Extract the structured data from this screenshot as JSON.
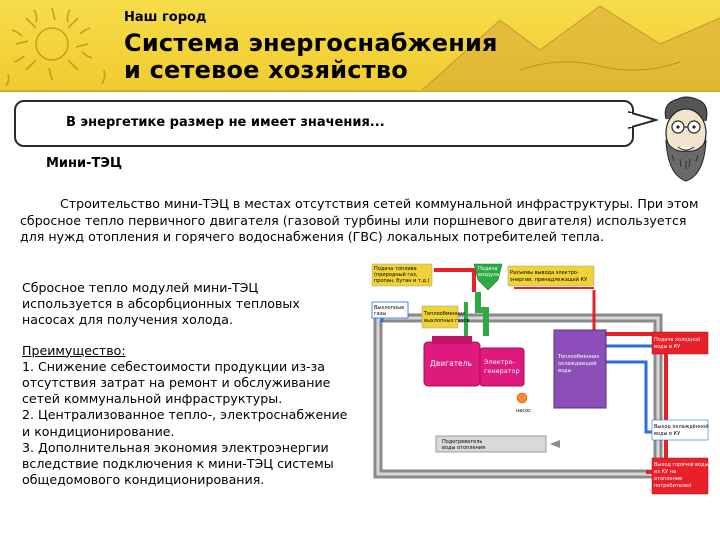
{
  "header": {
    "small_title": "Наш город",
    "main_title_line1": "Система энергоснабжения",
    "main_title_line2": "и сетевое хозяйство"
  },
  "bubble": {
    "text": "В энергетике размер не имеет значения..."
  },
  "subheading": "Мини-ТЭЦ",
  "paragraph": "Строительство мини-ТЭЦ в местах отсутствия сетей коммунальной инфраструктуры. При этом сбросное тепло первичного двигателя (газовой турбины или поршневого двигателя) используется для нужд отопления и горячего водоснабжения (ГВС) локальных потребителей тепла.",
  "left_column": {
    "absorption": "Сбросное тепло модулей мини-ТЭЦ используется в абсорбционных тепловых насосах для получения холода.",
    "advantage_title": "Преимущество:",
    "advantages": [
      "1. Снижение себестоимости продукции из-за отсутствия затрат на ремонт и обслуживание сетей коммунальной инфраструктуры.",
      "2. Централизованное тепло-, электроснабжение и кондиционирование.",
      "3. Дополнительная экономия электроэнергии вследствие подключения к мини-ТЭЦ системы общедомового кондиционирования."
    ]
  },
  "diagram": {
    "fuel_supply": [
      "Подача топлива",
      "(природный газ,",
      "пропан, бутан и т.д.)"
    ],
    "air_supply": [
      "Подача",
      "воздуха"
    ],
    "power_out": [
      "Разъемы вывода электро-",
      "энергии, принадлежащей КУ"
    ],
    "exhaust": [
      "Выхлопные",
      "газы"
    ],
    "heat_exchanger_exhaust": [
      "Теплообменник",
      "выхлопных газов"
    ],
    "engine": "Двигатель",
    "generator": [
      "Электро-",
      "генератор"
    ],
    "heat_exchanger": [
      "Теплообменник",
      "охлаждающей",
      "воды"
    ],
    "cold_water": [
      "Подача холодной",
      "воды в КУ"
    ],
    "pump": "насос",
    "water_heater": [
      "Подогреватель",
      "воды отопления"
    ],
    "return_water": [
      "Выход охлаждённой",
      "воды в КУ"
    ],
    "hot_water": [
      "Выход горячей воды",
      "из КУ на",
      "отопление",
      "потребителей"
    ],
    "colors": {
      "hot": "#e8202a",
      "cold": "#2a6fd6",
      "gas": "#2eaa44",
      "fuel": "#f0d23a",
      "engine": "#e0197d",
      "exchanger": "#8c4fb8",
      "frame": "#8a8a8a"
    }
  }
}
